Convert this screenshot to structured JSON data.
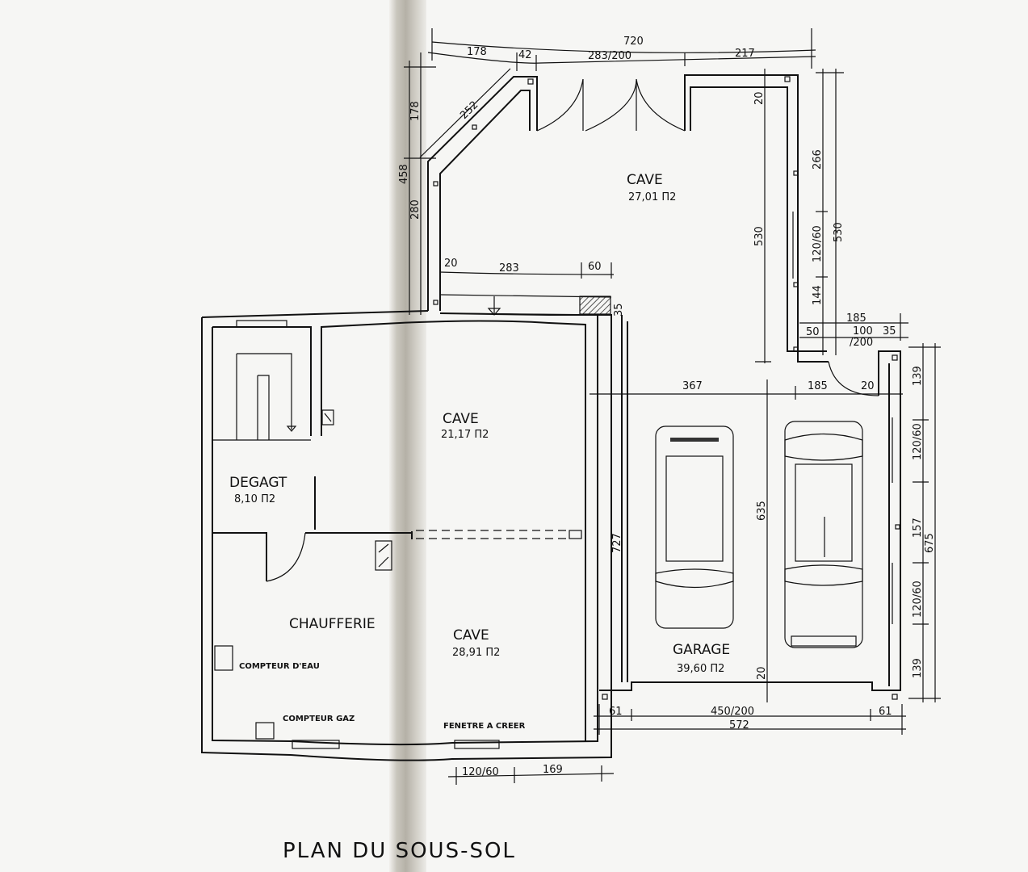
{
  "title": "PLAN DU SOUS-SOL",
  "rooms": {
    "cave_north": {
      "name": "CAVE",
      "area": "27,01 П2"
    },
    "cave_middle": {
      "name": "CAVE",
      "area": "21,17 П2"
    },
    "cave_south": {
      "name": "CAVE",
      "area": "28,91 П2"
    },
    "degagement": {
      "name": "DEGAGT",
      "area": "8,10 П2"
    },
    "chaufferie": {
      "name": "CHAUFFERIE"
    },
    "garage": {
      "name": "GARAGE",
      "area": "39,60 П2"
    }
  },
  "annotations": {
    "water_meter": "COMPTEUR D'EAU",
    "gas_meter": "COMPTEUR GAZ",
    "new_window": "FENETRE A CREER"
  },
  "dimensions": {
    "top_total": "720",
    "top_segments": [
      "178",
      "42",
      "283/200",
      "217"
    ],
    "diagonal": "252",
    "left_total": "458",
    "left_segments": [
      "178",
      "280"
    ],
    "cave_wall_thickness": "20",
    "cave_inner_width": "283",
    "cave_chimney": "60",
    "cave_offset": "35",
    "right_wall_top": "20",
    "cave_depth": "530",
    "right_outer_segments": [
      "266",
      "120/60",
      "144"
    ],
    "right_outer_total": "530",
    "stair_segments": [
      "50",
      "185",
      "100",
      "35",
      "/200"
    ],
    "garage_width_segments": [
      "367",
      "185",
      "20"
    ],
    "garage_depth": "635",
    "garage_side": "727",
    "garage_bottom_wall": "20",
    "garage_right_segments": [
      "139",
      "120/60",
      "157",
      "120/60",
      "139"
    ],
    "garage_right_total": "675",
    "garage_front_segments": [
      "61",
      "450/200",
      "61"
    ],
    "garage_front_total": "572",
    "south_window": "120/60",
    "south_wall": "169"
  }
}
